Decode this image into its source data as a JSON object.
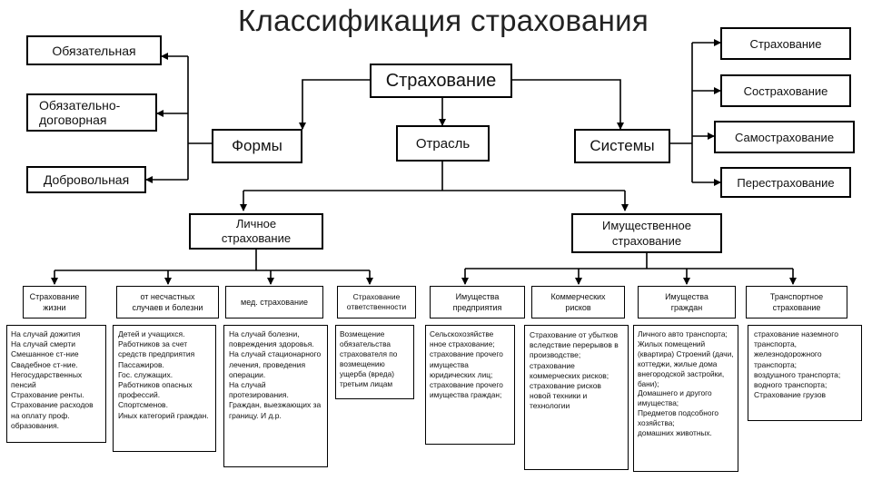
{
  "title": "Классификация страхования",
  "root": "Страхование",
  "branches": {
    "forms": "Формы",
    "sector": "Отрасль",
    "systems": "Системы"
  },
  "forms_list": [
    "Обязательная",
    "Обязательно-\nдоговорная",
    "Добровольная"
  ],
  "systems_list": [
    "Страхование",
    "Сострахование",
    "Самострахование",
    "Перестрахование"
  ],
  "sector_kinds": {
    "personal": "Личное\nстрахование",
    "property": "Имущественное\nстрахование"
  },
  "personal_sub": [
    {
      "label": "Страхование\nжизни",
      "details": "На случай дожития\nНа случай смерти\nСмешанное ст-ние\nСвадебное ст-ние.\nНегосударственных пенсий\nСтрахование ренты.\nСтрахование расходов на оплату проф. образования."
    },
    {
      "label": "от несчастных\nслучаев и болезни",
      "details": "Детей и учащихся.\nРаботников за счет средств предприятия\nПассажиров.\nГос. служащих.\nРаботников опасных профессий.\nСпортсменов.\nИных категорий граждан."
    },
    {
      "label": "мед. страхование",
      "details": "На случай болезни, повреждения здоровья.\nНа случай стационарного лечения, проведения операции.\nНа случай протезирования.\nГраждан, выезжающих за границу. И д.р."
    },
    {
      "label": "Страхование\nответственности",
      "details": "Возмещение обязательства страхователя по возмещению ущерба (вреда) третьим лицам"
    }
  ],
  "property_sub": [
    {
      "label": "Имущества\nпредприятия",
      "details": "Сельскохозяйстве нное страхование;\nстрахование прочего имущества юридических лиц;\nстрахование прочего имущества граждан;"
    },
    {
      "label": "Коммерческих\nрисков",
      "details": "Страхование от убытков вследствие перерывов в производстве;\nстрахование коммерческих рисков;\nстрахование рисков новой техники и технологии"
    },
    {
      "label": "Имущества\nграждан",
      "details": "Личного авто транспорта;\nЖилых помещений (квартира) Строений (дачи, коттеджи, жилые дома внегородской застройки, бани);\nДомашнего и другого имущества;\nПредметов подсобного хозяйства;\nдомашних животных."
    },
    {
      "label": "Транспортное\nстрахование",
      "details": "страхование наземного транспорта,\nжелезнодорожного транспорта;\nвоздушного транспорта; водного транспорта;\nСтрахование грузов"
    }
  ]
}
